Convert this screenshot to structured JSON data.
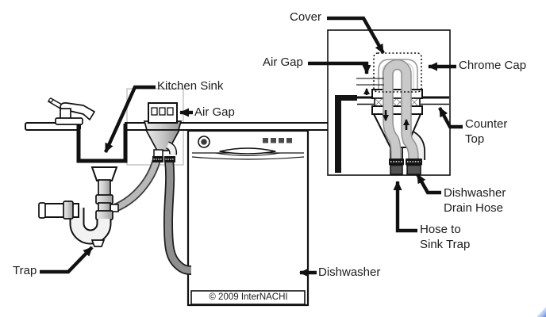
{
  "labels": {
    "kitchen_sink": "Kitchen Sink",
    "air_gap_left": "Air Gap",
    "trap": "Trap",
    "dishwasher": "Dishwasher",
    "cover": "Cover",
    "air_gap_right": "Air Gap",
    "chrome_cap": "Chrome Cap",
    "counter_top": "Counter\nTop",
    "dishwasher_drain_hose": "Dishwasher\nDrain Hose",
    "hose_to_sink_trap": "Hose to\nSink Trap"
  },
  "copyright": "© 2009  InterNACHI",
  "colors": {
    "line": "#111111",
    "hose_light": "#b8b8b8",
    "hose_dark": "#8f8f8f",
    "flow_tube": "#c9c9c9",
    "clamp": "#141414",
    "hose_stub": "#555555",
    "highlight_box": "#b8b8b8",
    "corner_accent": "#5585e0"
  }
}
